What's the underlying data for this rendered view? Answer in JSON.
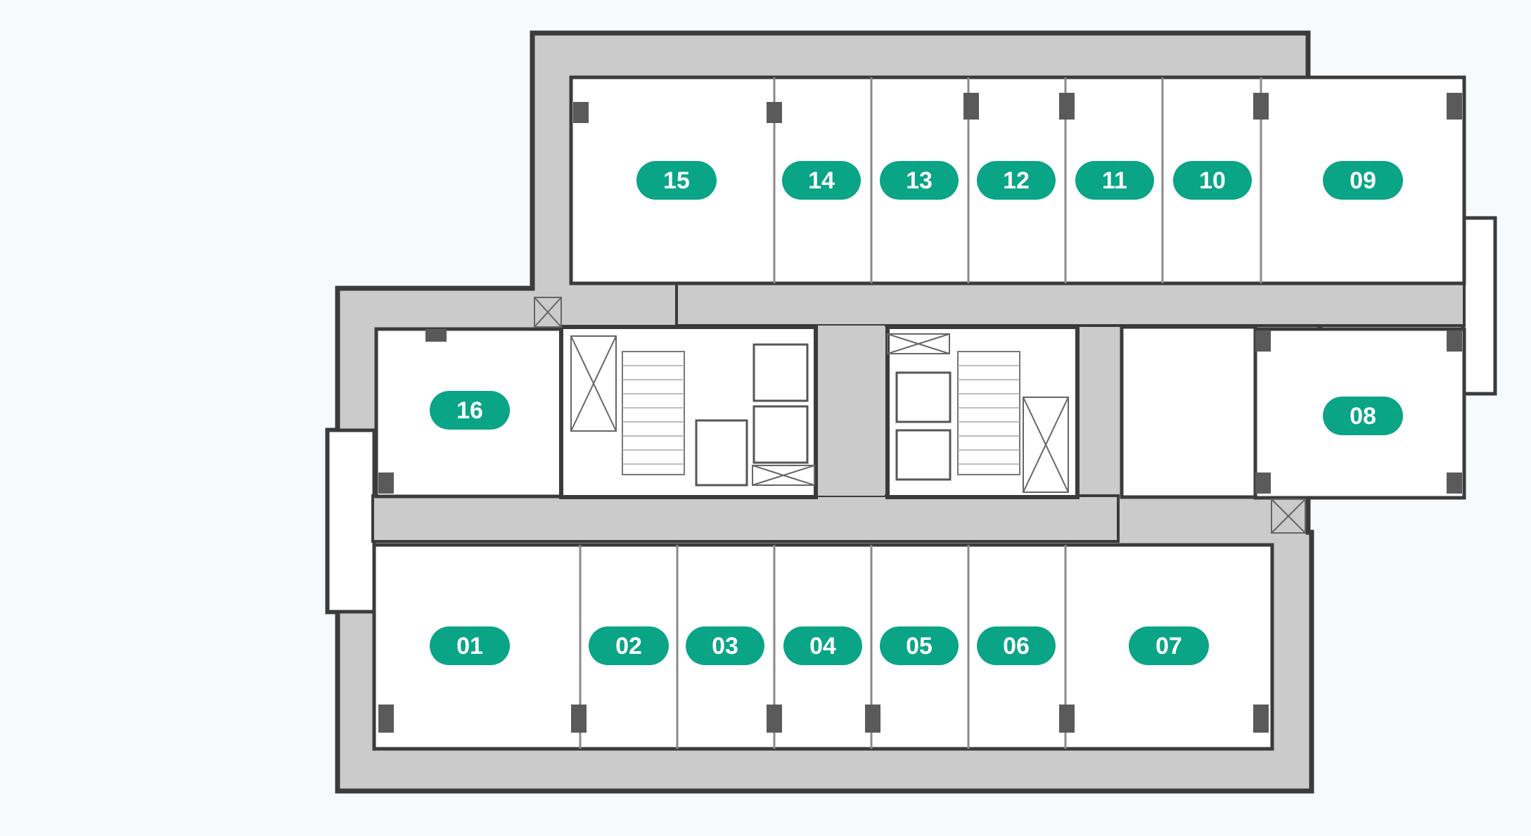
{
  "colors": {
    "background": "#f6fafd",
    "corridor": "#cbcbcb",
    "wall": "#3b3b3b",
    "room": "#ffffff",
    "badge": "#0aa487",
    "badge_text": "#ffffff"
  },
  "units": [
    {
      "id": "u01",
      "label": "01"
    },
    {
      "id": "u02",
      "label": "02"
    },
    {
      "id": "u03",
      "label": "03"
    },
    {
      "id": "u04",
      "label": "04"
    },
    {
      "id": "u05",
      "label": "05"
    },
    {
      "id": "u06",
      "label": "06"
    },
    {
      "id": "u07",
      "label": "07"
    },
    {
      "id": "u08",
      "label": "08"
    },
    {
      "id": "u09",
      "label": "09"
    },
    {
      "id": "u10",
      "label": "10"
    },
    {
      "id": "u11",
      "label": "11"
    },
    {
      "id": "u12",
      "label": "12"
    },
    {
      "id": "u13",
      "label": "13"
    },
    {
      "id": "u14",
      "label": "14"
    },
    {
      "id": "u15",
      "label": "15"
    },
    {
      "id": "u16",
      "label": "16"
    }
  ]
}
